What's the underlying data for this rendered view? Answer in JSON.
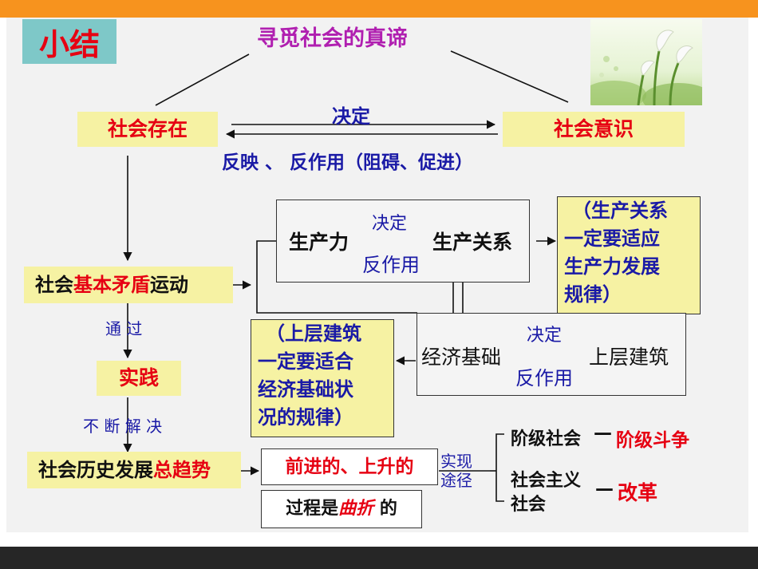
{
  "tag": "小结",
  "title": "寻觅社会的真谛",
  "existence": "社会存在",
  "consciousness": "社会意识",
  "decides_top": "决定",
  "reflects_line": "反映 、 反作用（阻碍、促进）",
  "productive_forces": "生产力",
  "relations_of_production": "生产关系",
  "pf_decides": "决定",
  "pf_reacts": "反作用",
  "law1": [
    "（生产关系",
    "一定要适应",
    "生产力发展",
    "规律）"
  ],
  "contradiction_prefix": "社会",
  "contradiction_red": "基本矛盾",
  "contradiction_suffix": "运动",
  "through": "通 过",
  "practice": "实践",
  "constantly_resolve": "不 断 解 决",
  "economic_base": "经济基础",
  "superstructure": "上层建筑",
  "eb_decides": "决定",
  "eb_reacts": "反作用",
  "law2": [
    "（上层建筑",
    "一定要适合",
    "经济基础状",
    "况的规律）"
  ],
  "trend_prefix": "社会历史发展",
  "trend_red": "总趋势",
  "forward": "前进的、上升的",
  "process_prefix": "过程是",
  "process_red": "曲折",
  "process_suffix": " 的",
  "route": [
    "实现",
    "途径"
  ],
  "class_society": "阶级社会",
  "class_struggle": "阶级斗争",
  "socialist_society": [
    "社会主义",
    "社会"
  ],
  "reform": "改革",
  "dash": "—",
  "colors": {
    "accent": "#f7931e",
    "tag_bg": "#7ec8c8",
    "highlight": "#f6f2a3",
    "red": "#e60012",
    "blue": "#1a1aa6"
  }
}
